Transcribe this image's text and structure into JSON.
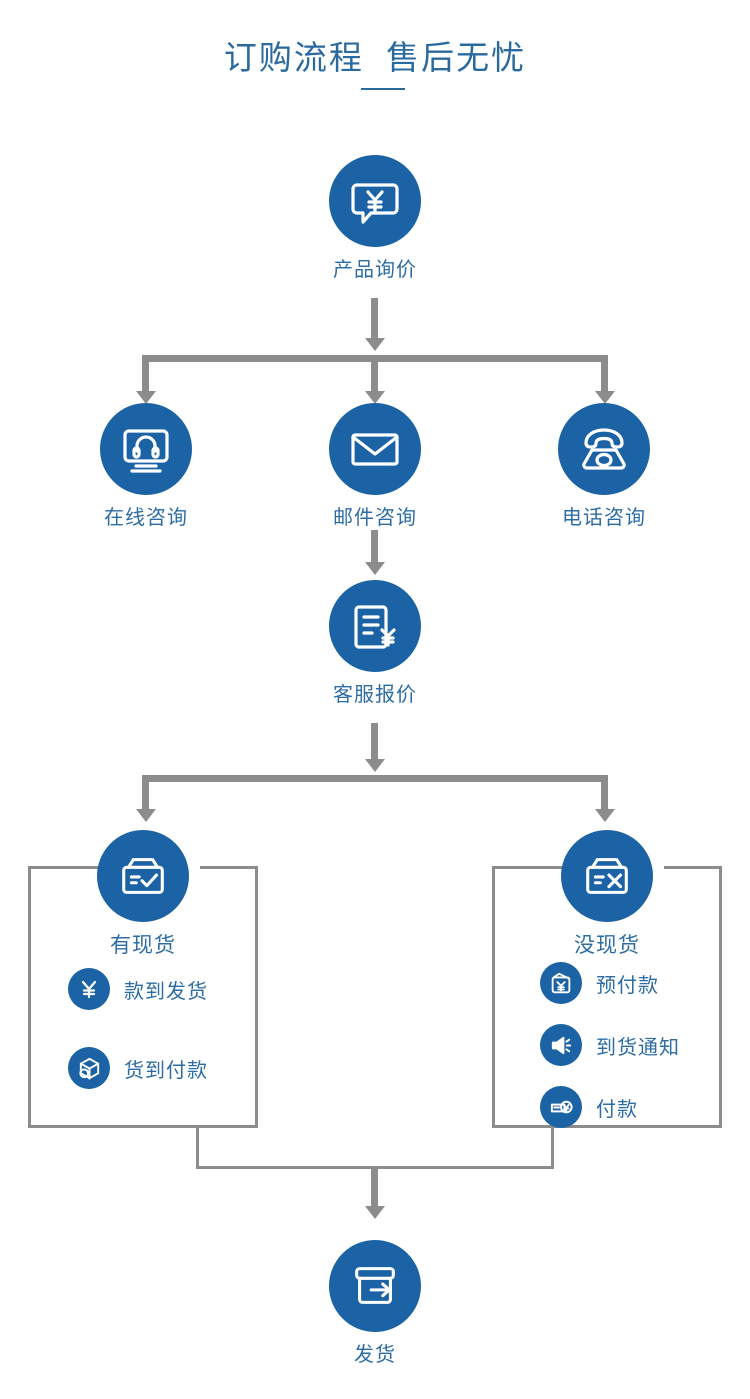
{
  "header": {
    "title": "订购流程  售后无忧"
  },
  "colors": {
    "circle_blue": "#1B63A5",
    "text_blue": "#2E6DA4",
    "title_blue": "#2B6A9E",
    "connector_gray": "#8C8C8C",
    "background": "#ffffff"
  },
  "flow": {
    "start": {
      "label": "产品询价",
      "icon": "speech-bubble-yen-icon"
    },
    "contact_options": [
      {
        "label": "在线咨询",
        "icon": "monitor-headset-icon"
      },
      {
        "label": "邮件咨询",
        "icon": "envelope-icon"
      },
      {
        "label": "电话咨询",
        "icon": "telephone-icon"
      }
    ],
    "quote": {
      "label": "客服报价",
      "icon": "document-yen-icon"
    },
    "branches": [
      {
        "title": "有现货",
        "icon": "box-check-icon",
        "items": [
          {
            "label": "款到发货",
            "icon": "yen-circle-icon"
          },
          {
            "label": "货到付款",
            "icon": "package-box-icon"
          }
        ]
      },
      {
        "title": "没现货",
        "icon": "box-cross-icon",
        "items": [
          {
            "label": "预付款",
            "icon": "wallet-yen-icon"
          },
          {
            "label": "到货通知",
            "icon": "speaker-icon"
          },
          {
            "label": "付款",
            "icon": "card-yen-icon"
          }
        ]
      }
    ],
    "end": {
      "label": "发货",
      "icon": "box-arrow-out-icon"
    }
  }
}
